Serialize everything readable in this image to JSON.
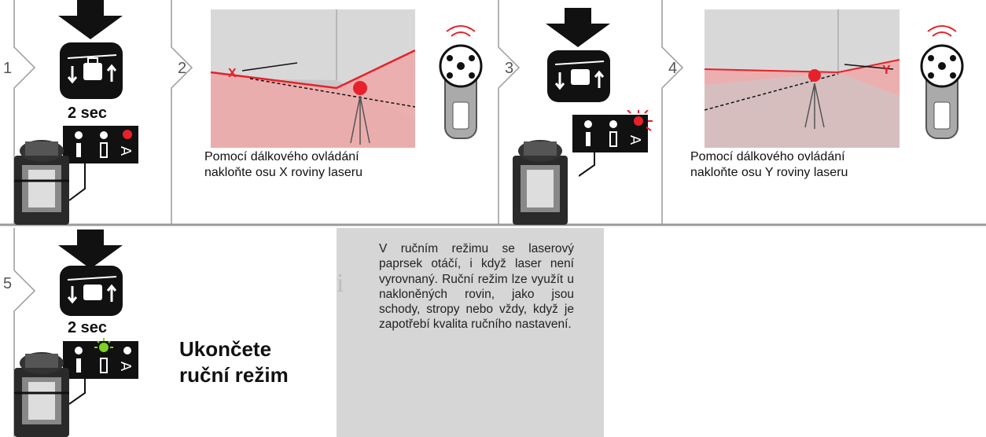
{
  "steps": [
    {
      "num": "1",
      "label": "2 sec"
    },
    {
      "num": "2",
      "caption_line1": "Pomocí     dálkového     ovládání",
      "caption_line2": "nakloňte osu X roviny laseru",
      "axis": "X"
    },
    {
      "num": "3"
    },
    {
      "num": "4",
      "caption_line1": "Pomocí     dálkového     ovládání",
      "caption_line2": "nakloňte osu Y roviny laseru",
      "axis": "Y"
    },
    {
      "num": "5",
      "label": "2 sec"
    }
  ],
  "finish": {
    "line1": "Ukončete",
    "line2": "ruční režim"
  },
  "info": {
    "icon": "i",
    "text": "V ručním režimu se laserový paprsek otáčí, i když laser není vyrovnaný. Ruční režim lze využít u nakloněných rovin, jako jsou schody, stropy nebo vždy, když je zapotřebí kvalita ručního nastavení."
  },
  "colors": {
    "laser_red": "#e8202a",
    "plane_pink": "#f0a8a8",
    "led_green": "#7ed321"
  }
}
